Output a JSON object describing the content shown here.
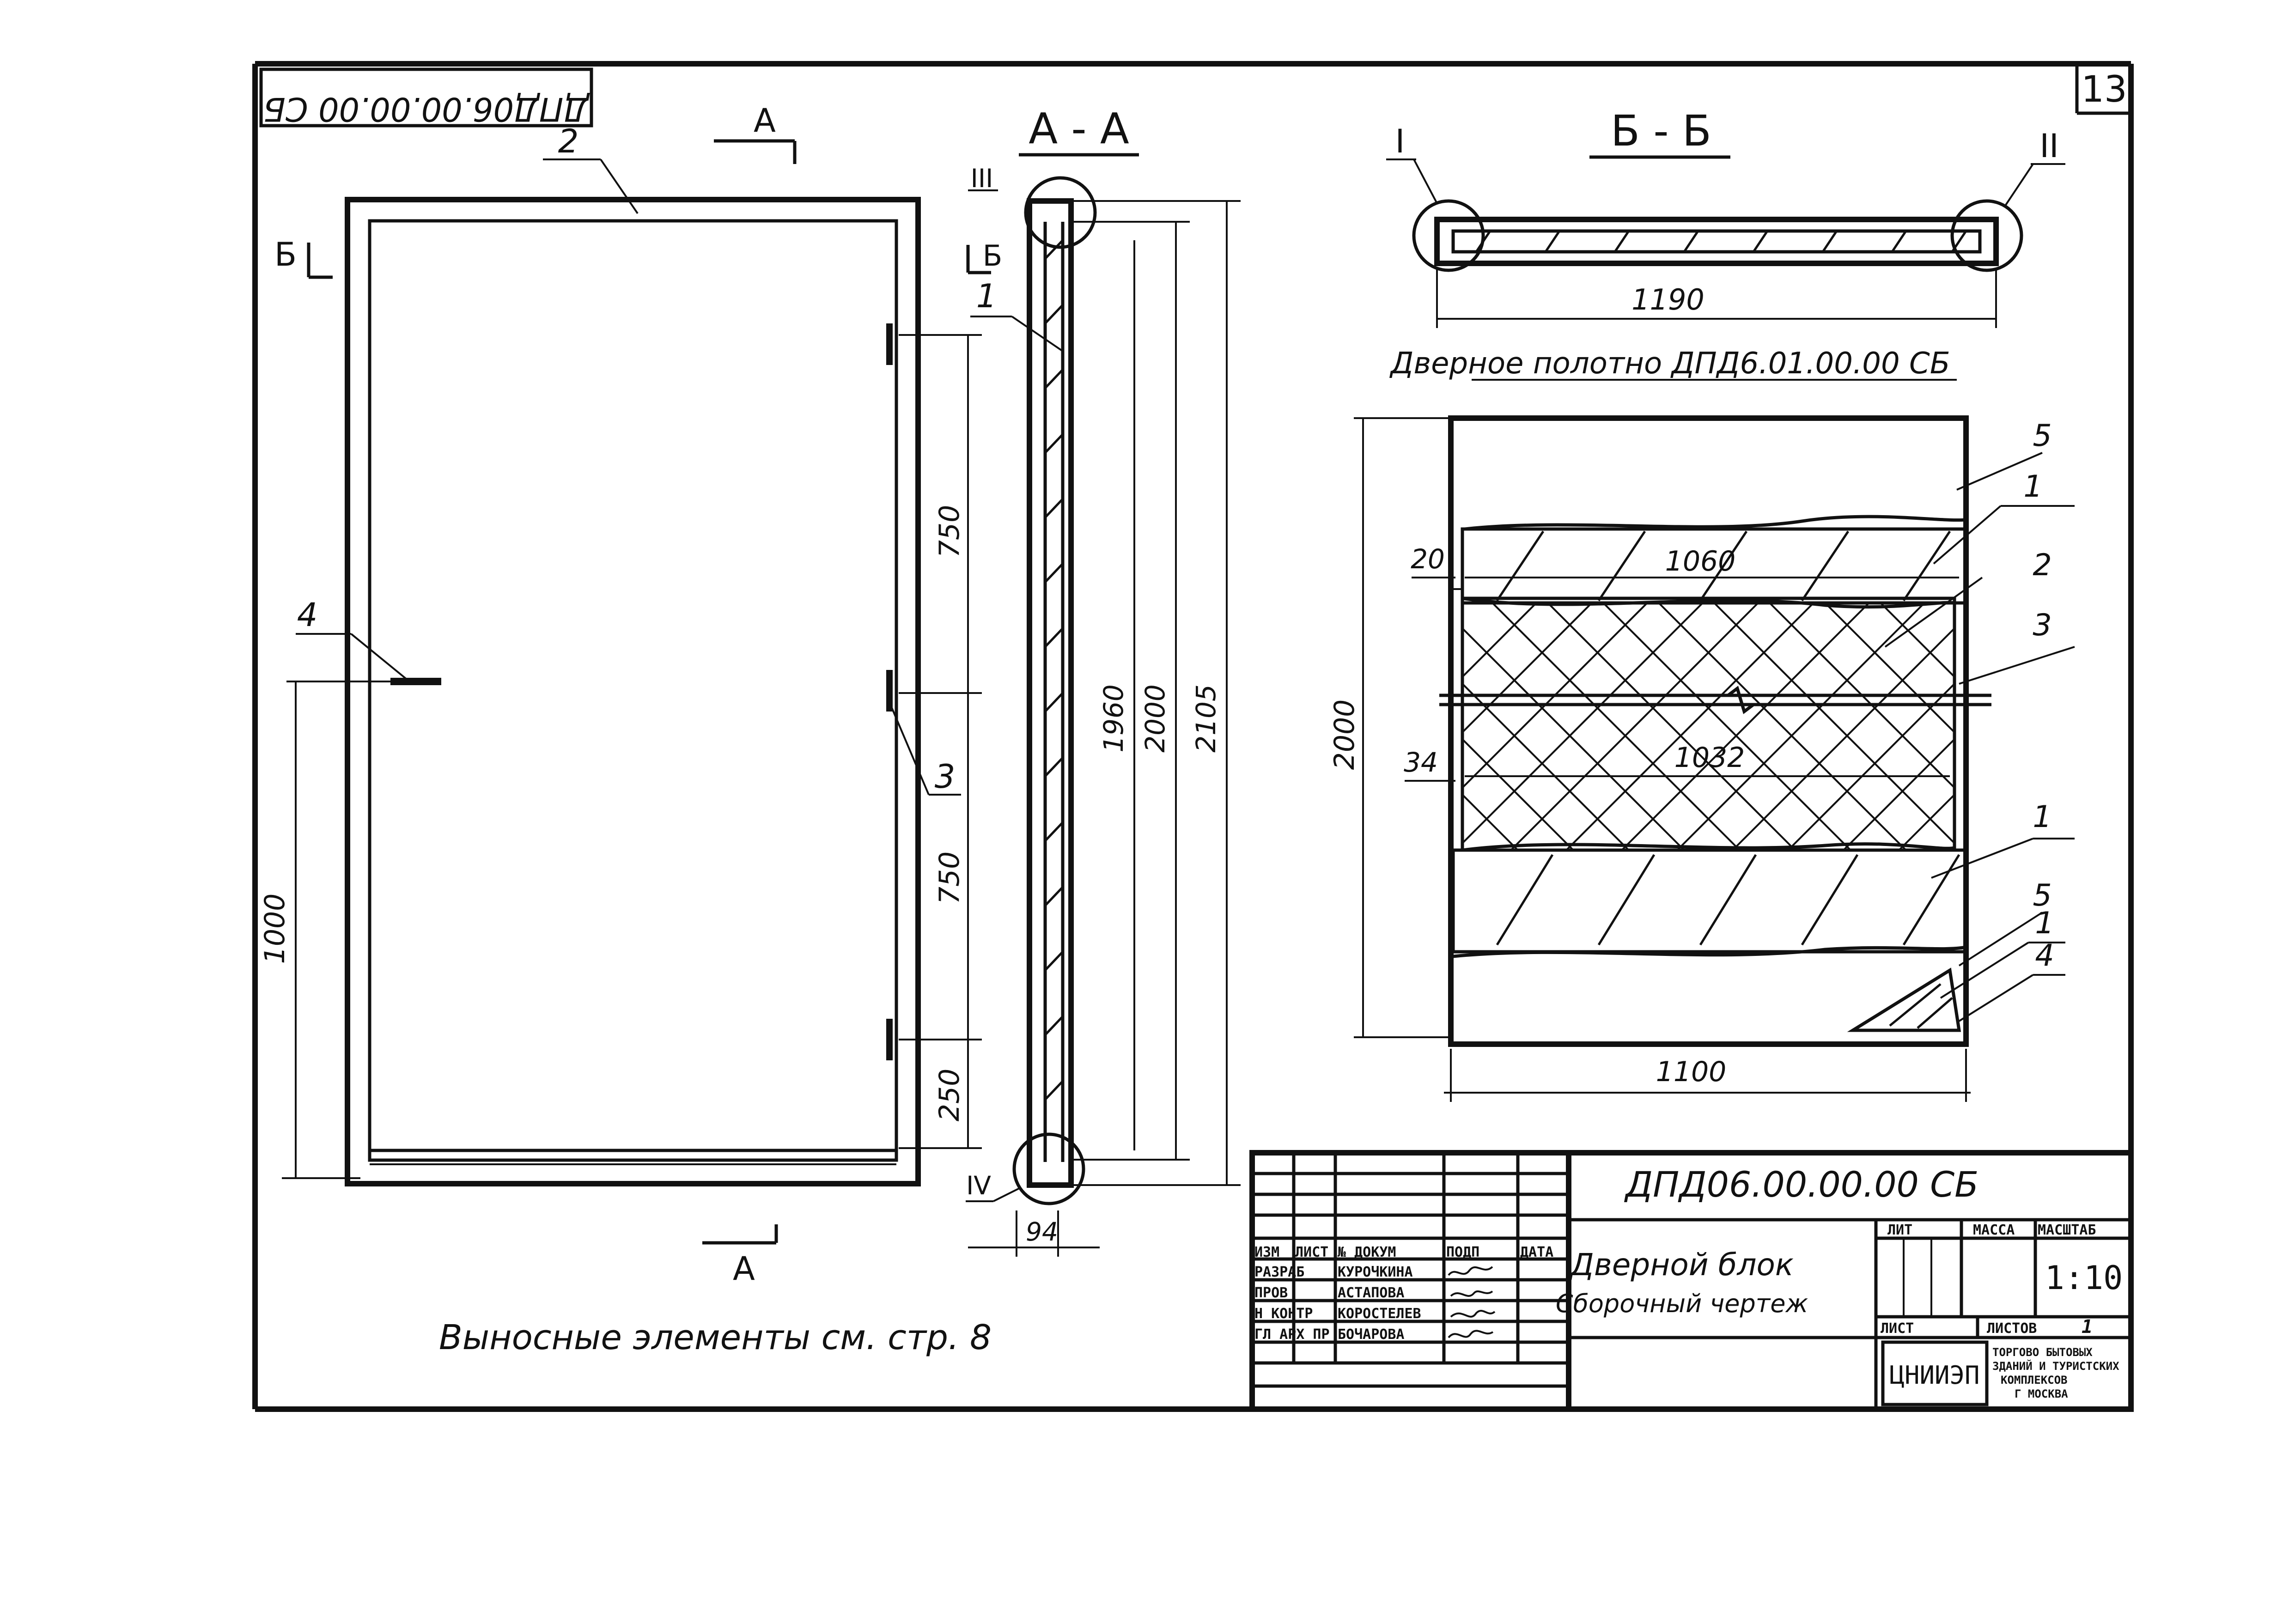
{
  "sheet": {
    "page_number": "13",
    "code_stamp": "ДПД06.00.00.00 СБ"
  },
  "view_front": {
    "section_mark_top": "А",
    "section_mark_bottom": "А",
    "section_mark_left": "Б",
    "callout_2": "2",
    "callout_3": "3",
    "callout_4": "4",
    "dim_750_top": "750",
    "dim_750_bottom": "750",
    "dim_250": "250",
    "dim_1000": "1000",
    "note": "Выносные элементы см. стр. 8"
  },
  "view_section_aa": {
    "title": "А - А",
    "callout_1": "1",
    "mark_III": "III",
    "mark_IV": "IV",
    "mark_b": "Б",
    "dim_1960": "1960",
    "dim_2000": "2000",
    "dim_2105": "2105",
    "dim_94": "94"
  },
  "view_section_bb": {
    "title": "Б - Б",
    "mark_I": "I",
    "mark_II": "II",
    "dim_1190": "1190"
  },
  "door_leaf": {
    "title": "Дверное полотно ДПД6.01.00.00 СБ",
    "callout_5a": "5",
    "callout_1a": "1",
    "callout_2": "2",
    "callout_3": "3",
    "callout_1b": "1",
    "callout_5b": "5",
    "callout_1c": "1",
    "callout_4": "4",
    "dim_1060": "1060",
    "dim_1032": "1032",
    "dim_20": "20",
    "dim_34": "34",
    "dim_2000": "2000",
    "dim_1100": "1100"
  },
  "title_block": {
    "designation": "ДПД06.00.00.00 СБ",
    "name_line1": "Дверной блок",
    "name_line2": "Сборочный чертеж",
    "col_izm": "ИЗМ",
    "col_list": "ЛИСТ",
    "col_doc": "№ ДОКУМ",
    "col_sign": "ПОДП",
    "col_date": "ДАТА",
    "role_1": "РАЗРАБ",
    "name_1": "КУРОЧКИНА",
    "role_2": "ПРОВ",
    "name_2": "АСТАПОВА",
    "role_3": "Н КОНТР",
    "name_3": "КОРОСТЕЛЕВ",
    "role_4": "ГЛ АРХ ПР",
    "name_4": "БОЧАРОВА",
    "lit": "ЛИТ",
    "mass": "МАССА",
    "scale_label": "МАСШТАБ",
    "scale": "1:10",
    "sheet_label": "ЛИСТ",
    "sheets_label": "ЛИСТОВ",
    "sheets_value": "1",
    "org_logo": "ЦНИИЭП",
    "org_line1": "ТОРГОВО БЫТОВЫХ",
    "org_line2": "ЗДАНИЙ И ТУРИСТСКИХ",
    "org_line3": "КОМПЛЕКСОВ",
    "org_line4": "Г МОСКВА"
  }
}
